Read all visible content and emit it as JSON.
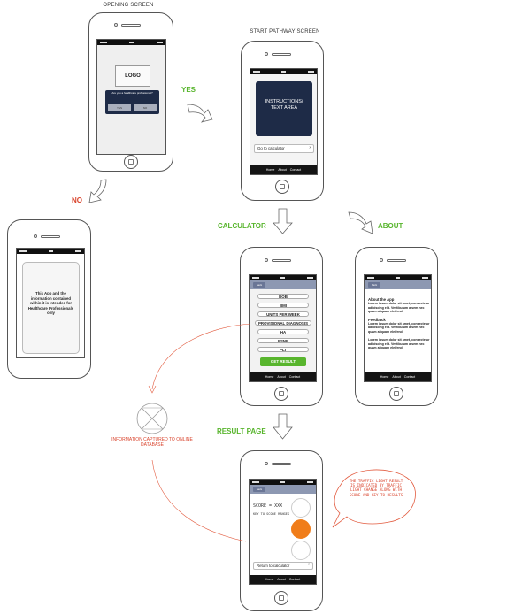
{
  "screens": {
    "opening": {
      "title": "OPENING SCREEN",
      "logo": "LOGO",
      "dialog_text": "Are you a healthcare professional?",
      "yes_button": "YES",
      "no_button": "NO"
    },
    "start_pathway": {
      "title": "START PATHWAY SCREEN",
      "instructions": "INSTRUCTIONS/ TEXT AREA",
      "go_button": "Go to calculator"
    },
    "disclaimer": {
      "text": "This App and the information contained within it is intended for Healthcare Professionals only"
    },
    "calculator": {
      "back": "back",
      "fields": [
        "DOB",
        "BMI",
        "UNITS PER WEEK",
        "PROVISIONAL DIAGNOSIS",
        "HA",
        "PSNP",
        "PLT"
      ],
      "get_result": "GET RESULT"
    },
    "about": {
      "back": "back",
      "sections": [
        {
          "heading": "About the App",
          "body": "Lorem ipsum dolor sit amet, consectetur adipiscing elit. Vestibulum a sem nec quam aliquam eleifend."
        },
        {
          "heading": "Feedback",
          "body": "Lorem ipsum dolor sit amet, consectetur adipiscing elit. Vestibulum a sem nec quam aliquam eleifend."
        },
        {
          "heading": "",
          "body": "Lorem ipsum dolor sit amet, consectetur adipiscing elit. Vestibulum a sem nec quam aliquam eleifend."
        }
      ]
    },
    "result": {
      "back": "back",
      "score": "SCORE = XXX",
      "key": "KEY TO SCORE RANGES",
      "return_button": "Return to calculator",
      "traffic_light_color": "#f07d1a"
    }
  },
  "tabs": [
    "Home",
    "About",
    "Contact"
  ],
  "labels": {
    "yes": "YES",
    "no": "NO",
    "calculator": "CALCULATOR",
    "about": "ABOUT",
    "result_page": "RESULT PAGE",
    "info_captured": "INFORMATION CAPTURED TO ONLINE DATABASE",
    "traffic_note": "THE TRAFFIC LIGHT RESULT IS INDICATED BY TRAFFIC LIGHT CHANGE ALONG WITH SCORE AND KEY TO RESULTS"
  },
  "colors": {
    "green": "#58b52d",
    "red": "#d9432c",
    "navy": "#1e2b47",
    "nav_blue": "#8d98b2",
    "orange": "#f07d1a"
  }
}
